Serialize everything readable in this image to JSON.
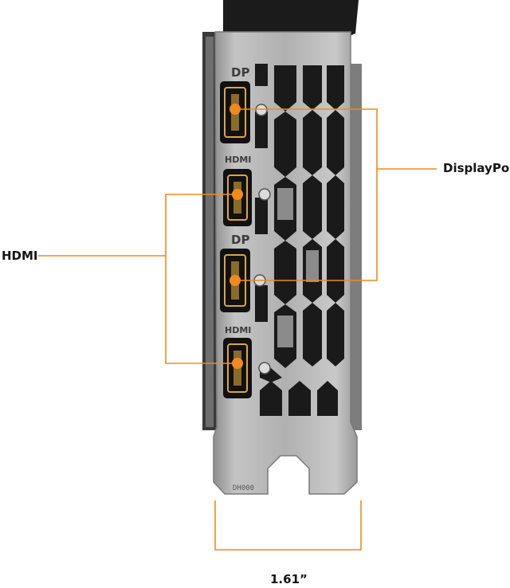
{
  "callouts": {
    "displayport": "DisplayPort",
    "hdmi": "HDMI",
    "width": "1.61”"
  },
  "bracket_markings": {
    "port_labels": [
      "DP",
      "HDMI",
      "DP",
      "HDMI"
    ],
    "stamp": "DH000"
  },
  "colors": {
    "accent": "#f08a1c",
    "bracket": "#b7b7b7",
    "vent": "#1a1a1a"
  }
}
